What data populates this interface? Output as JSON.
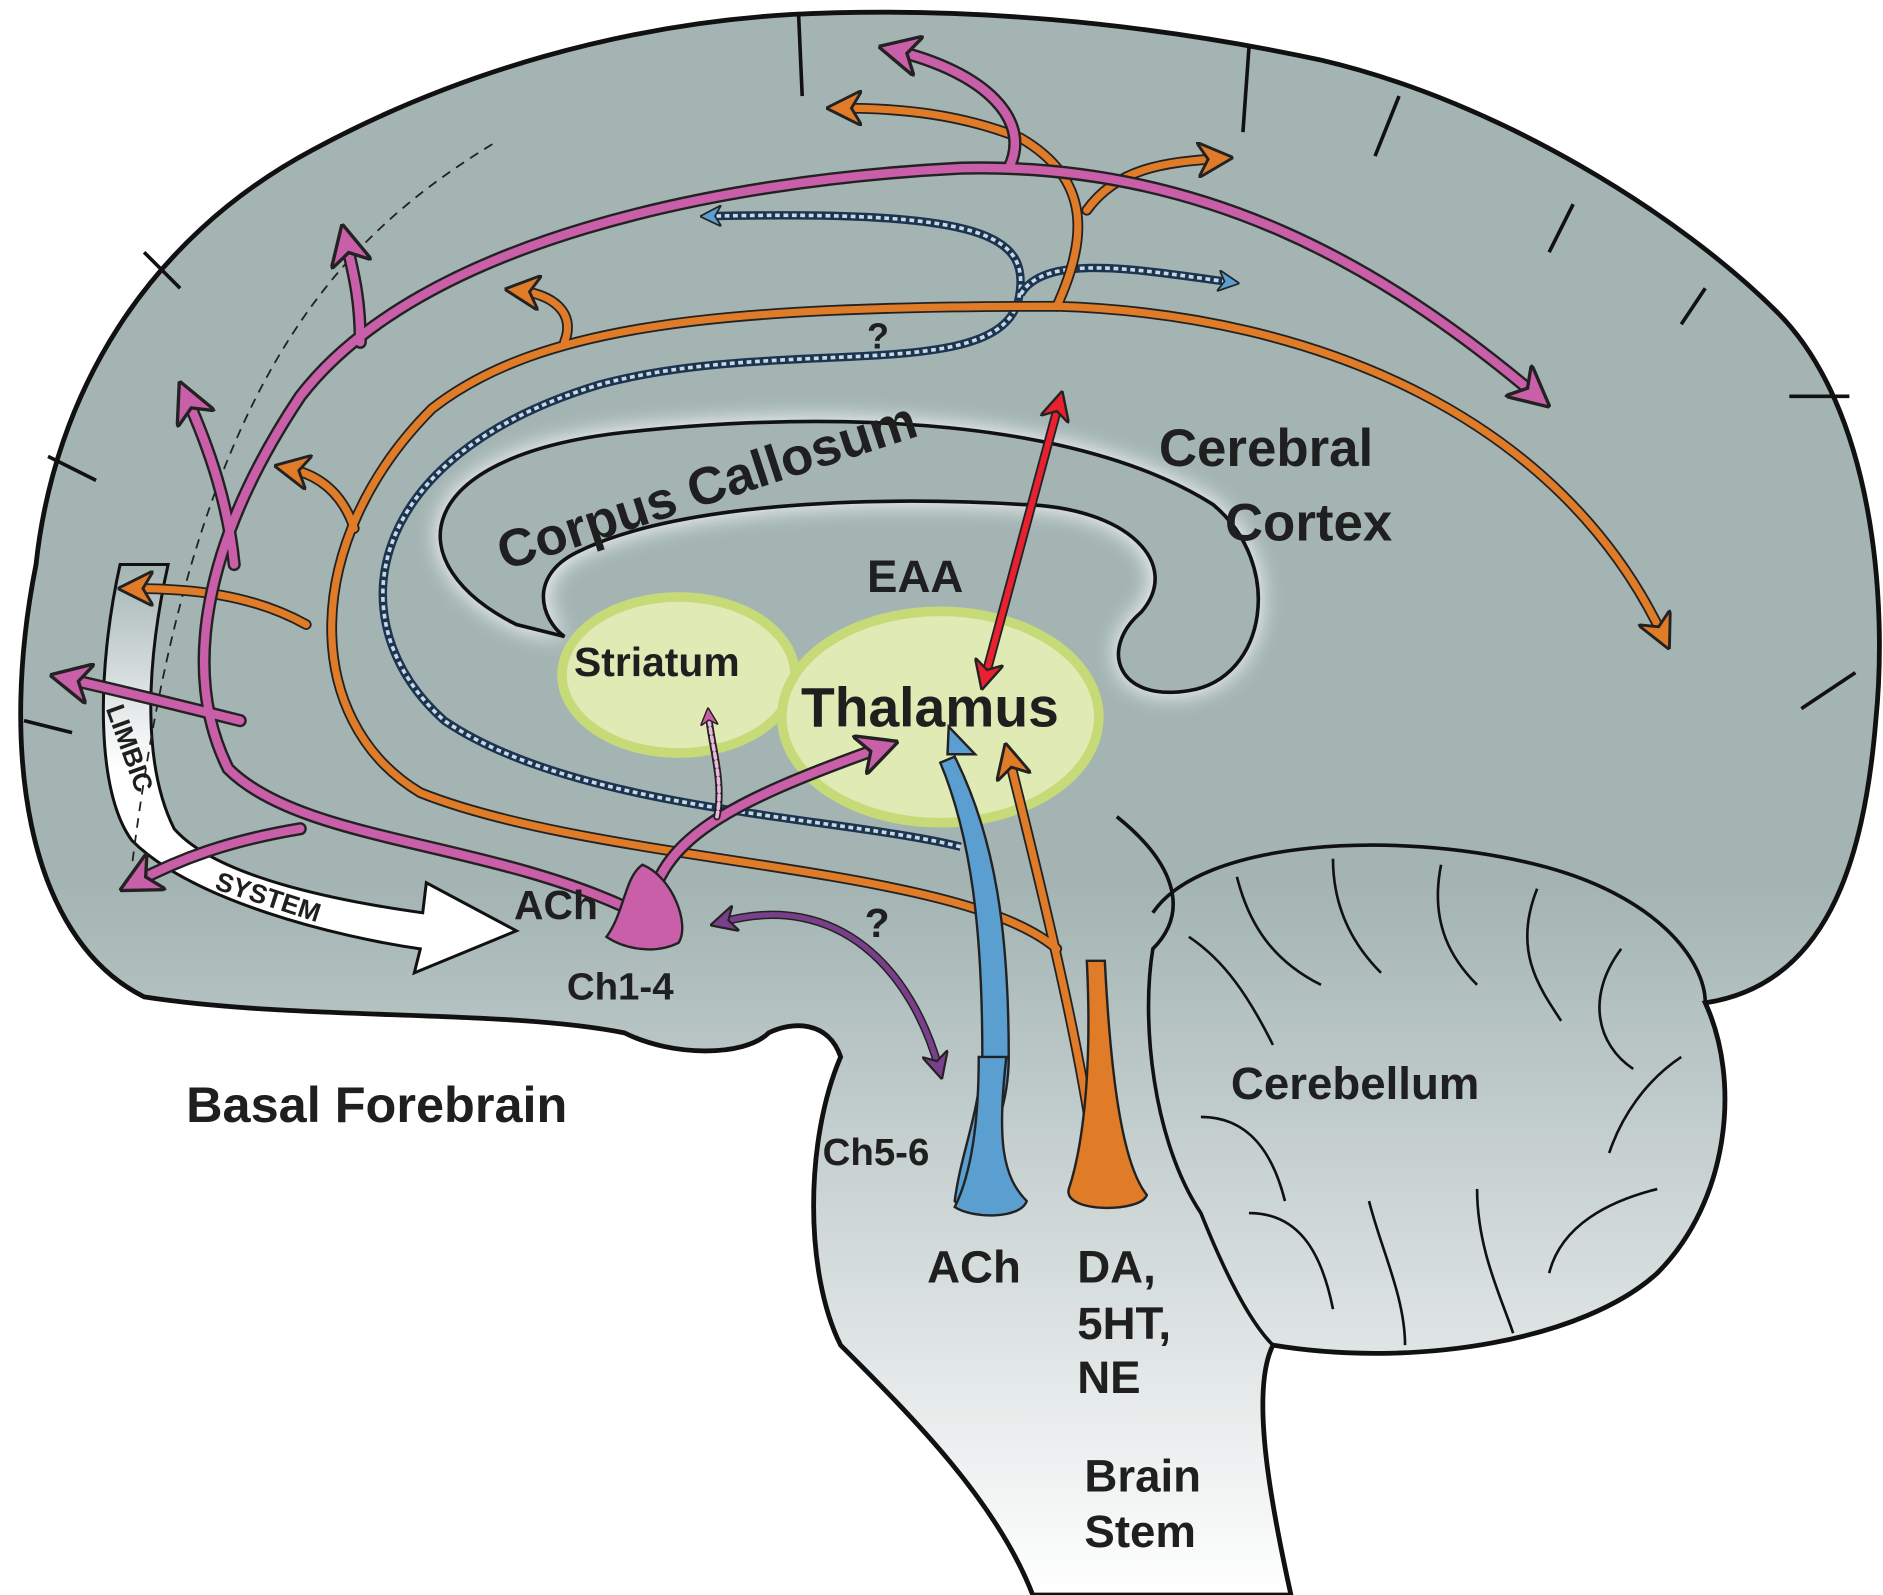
{
  "labels": {
    "cerebral_cortex_1": "Cerebral",
    "cerebral_cortex_2": "Cortex",
    "corpus_callosum": "Corpus Callosum",
    "eaa": "EAA",
    "striatum": "Striatum",
    "thalamus": "Thalamus",
    "question_top": "?",
    "question_mid": "?",
    "limbic": "LIMBIC",
    "system": "SYSTEM",
    "ach_forebrain": "ACh",
    "ch1_4": "Ch1-4",
    "basal_forebrain": "Basal Forebrain",
    "ch5_6": "Ch5-6",
    "ach_brainstem": "ACh",
    "da": "DA,",
    "5ht": "5HT,",
    "ne": "NE",
    "cerebellum": "Cerebellum",
    "brain_stem_1": "Brain",
    "brain_stem_2": "Stem"
  },
  "colors": {
    "brain": "#a3b4b3",
    "cholinergic_forebrain": "#c95fa8",
    "monoamine": "#e07b28",
    "cholinergic_brainstem": "#5a9fd0",
    "eaa": "#e8202f",
    "reciprocal": "#7a3f8a",
    "nuclei": "#dfeab4"
  }
}
